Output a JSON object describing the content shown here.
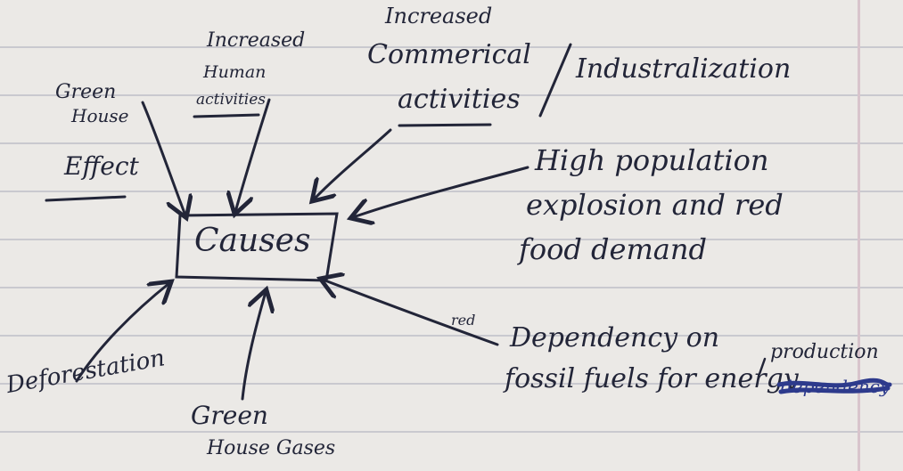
{
  "center": {
    "label": "Causes"
  },
  "notes": {
    "green_house_effect": [
      "Green",
      "House",
      "Effect"
    ],
    "human_activities": [
      "Increased",
      "Human",
      "activities"
    ],
    "commercial": [
      "Increased",
      "Commerical",
      "activities"
    ],
    "industrialization": "Industralization",
    "population": [
      "High population",
      "explosion and red",
      "food demand"
    ],
    "red_mark": "red",
    "dependency": [
      "Dependency on",
      "fossil fuels for energy"
    ],
    "production": "production",
    "struck_word": "dependency",
    "deforestation": "Deforestation",
    "green_house_gases": [
      "Green",
      "House Gases"
    ]
  },
  "colors": {
    "ink": "#222538",
    "paper": "#ebe9e6",
    "rule": "#c9c9cf",
    "correction": "#2d3a8c"
  }
}
